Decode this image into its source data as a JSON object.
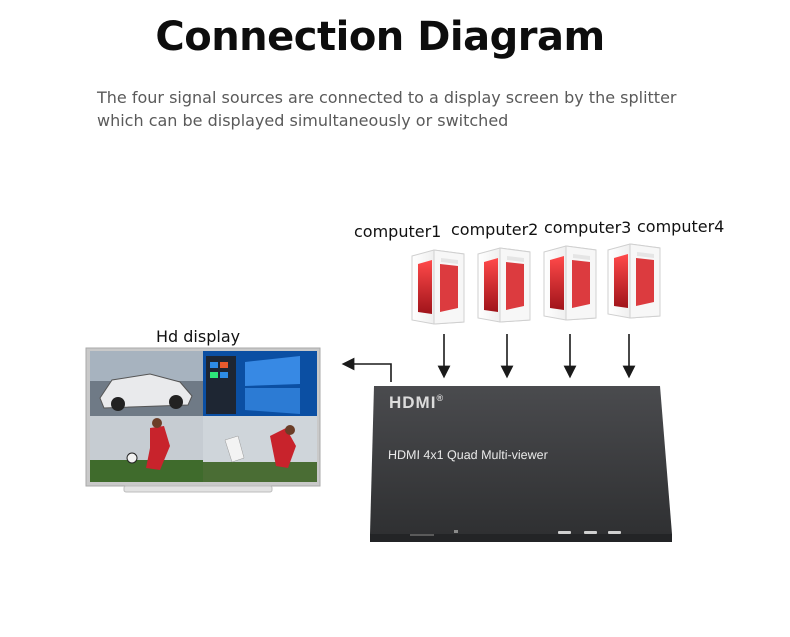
{
  "header": {
    "title": "Connection Diagram",
    "subtitle_line1": "The four signal sources are connected to a display screen by the splitter",
    "subtitle_line2": "which can be displayed simultaneously or switched"
  },
  "sources": [
    {
      "label": "computer1"
    },
    {
      "label": "computer2"
    },
    {
      "label": "computer3"
    },
    {
      "label": "computer4"
    }
  ],
  "display": {
    "label": "Hd display"
  },
  "device": {
    "brand": "HDMI",
    "brand_mark": "®",
    "name": "HDMI 4x1 Quad  Multi-viewer"
  },
  "colors": {
    "device_body": "#3a3b3d",
    "tower_white": "#f2f2f2",
    "tower_red": "#d8262a",
    "arrow": "#1a1a1a"
  }
}
